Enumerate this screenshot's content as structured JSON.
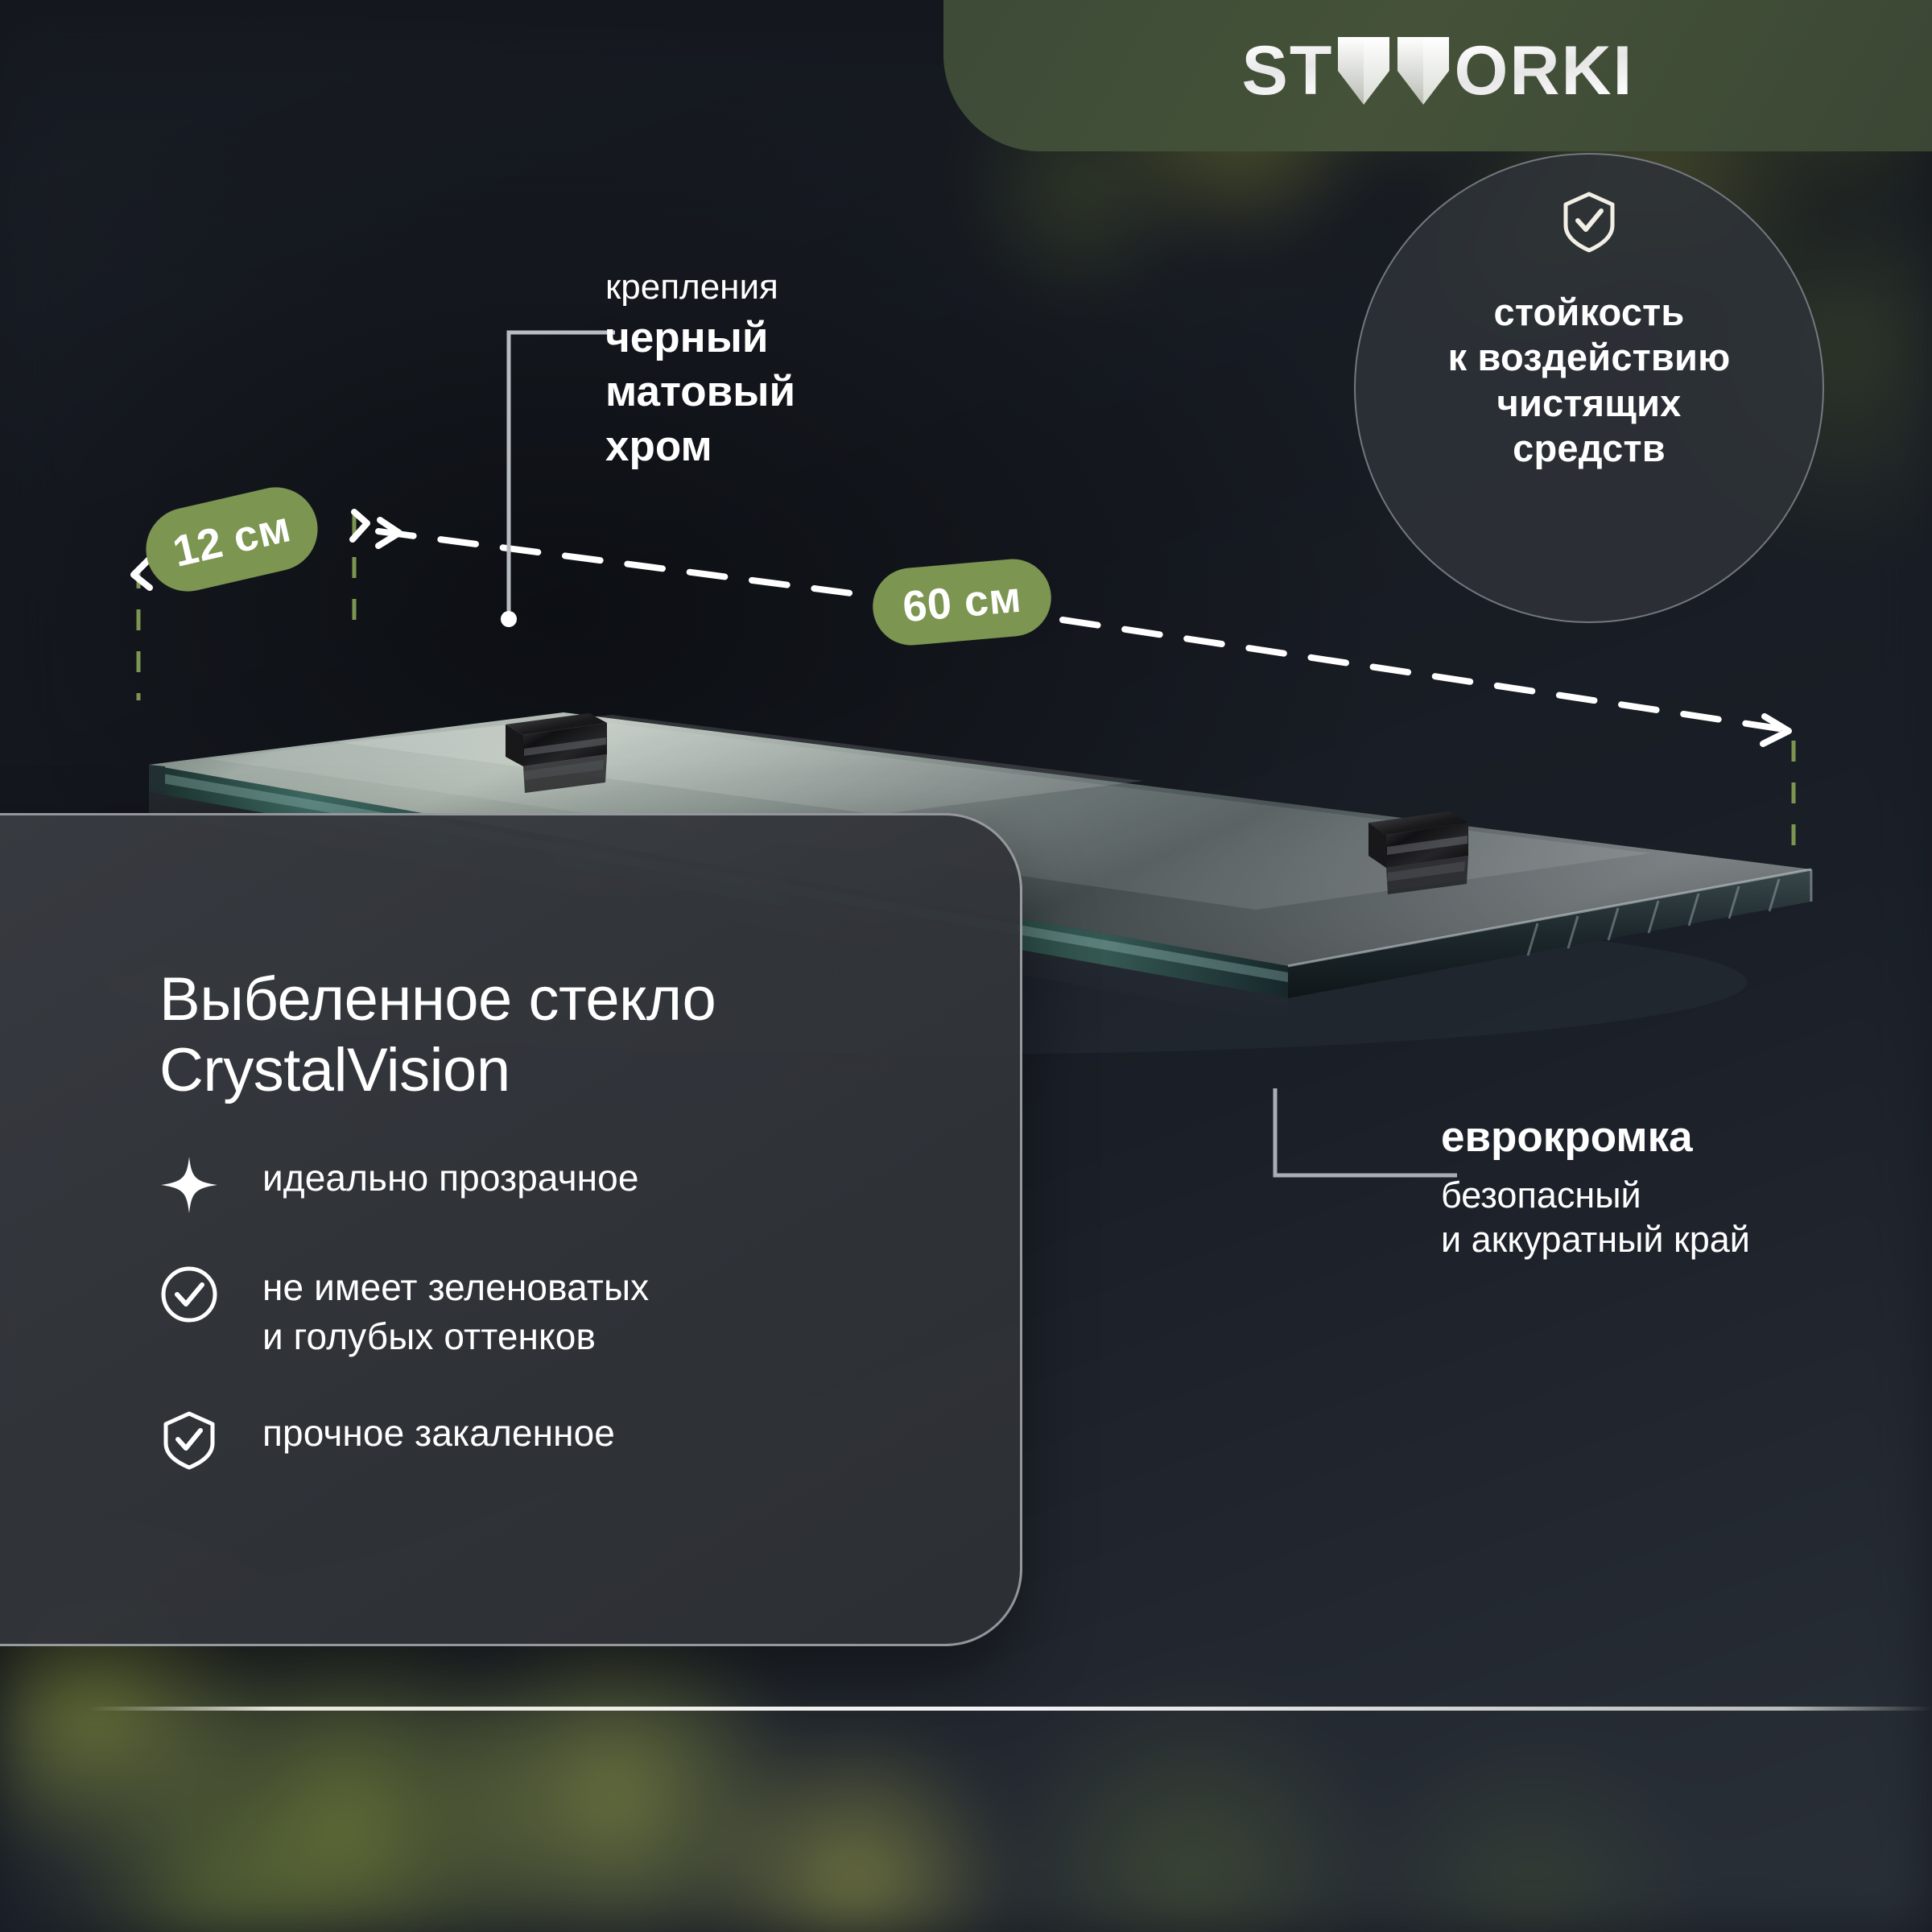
{
  "brand": {
    "name": "STWORKI",
    "name_part1": "ST",
    "name_part2": "ORKI",
    "logo_mark": "double-chevron-w-mark",
    "chip_color": "#3f4d38"
  },
  "badge_circle": {
    "icon": "shield-check-icon",
    "line1": "стойкость",
    "line2": "к воздействию",
    "line3": "чистящих",
    "line4": "средств"
  },
  "callout_mount": {
    "label": "крепления",
    "value_line1": "черный",
    "value_line2": "матовый",
    "value_line3": "хром",
    "leader": "elbow-leader-line-with-dot"
  },
  "dimensions": {
    "accent_color": "#7c9551",
    "depth": {
      "value": "12 см",
      "axis": "vertical-left"
    },
    "width": {
      "value": "60 см",
      "axis": "horizontal-top"
    }
  },
  "product": {
    "name": "glass-shelf",
    "mount_count": 2,
    "mount_finish": "black-matte-chrome"
  },
  "info_card": {
    "title_line1": "Выбеленное стекло",
    "title_line2": "CrystalVision",
    "features": [
      {
        "icon": "sparkle-icon",
        "text_line1": "идеально прозрачное",
        "text_line2": ""
      },
      {
        "icon": "circle-check-icon",
        "text_line1": "не имеет зеленоватых",
        "text_line2": "и голубых оттенков"
      },
      {
        "icon": "shield-check-icon",
        "text_line1": "прочное закаленное",
        "text_line2": ""
      }
    ]
  },
  "callout_edge": {
    "title": "еврокромка",
    "desc_line1": "безопасный",
    "desc_line2": "и аккуратный край",
    "leader": "elbow-leader-line"
  }
}
